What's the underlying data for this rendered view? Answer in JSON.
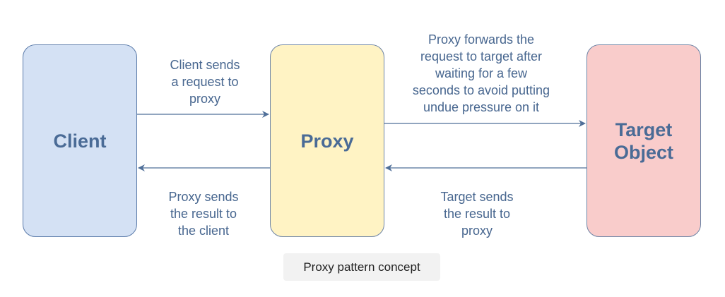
{
  "nodes": {
    "client": "Client",
    "proxy": "Proxy",
    "target": "Target\nObject"
  },
  "edges": {
    "client_to_proxy": "Client sends\na request to\nproxy",
    "proxy_to_target": "Proxy forwards the\nrequest to target after\nwaiting for a few\nseconds to avoid putting\nundue pressure on it",
    "proxy_to_client": "Proxy sends\nthe result to\nthe client",
    "target_to_proxy": "Target sends\nthe result to\nproxy"
  },
  "caption": "Proxy pattern concept",
  "colors": {
    "client_fill": "#d4e1f4",
    "proxy_fill": "#fff3c4",
    "target_fill": "#f9cccb",
    "stroke": "#5c7caa",
    "text": "#4a6b96"
  }
}
